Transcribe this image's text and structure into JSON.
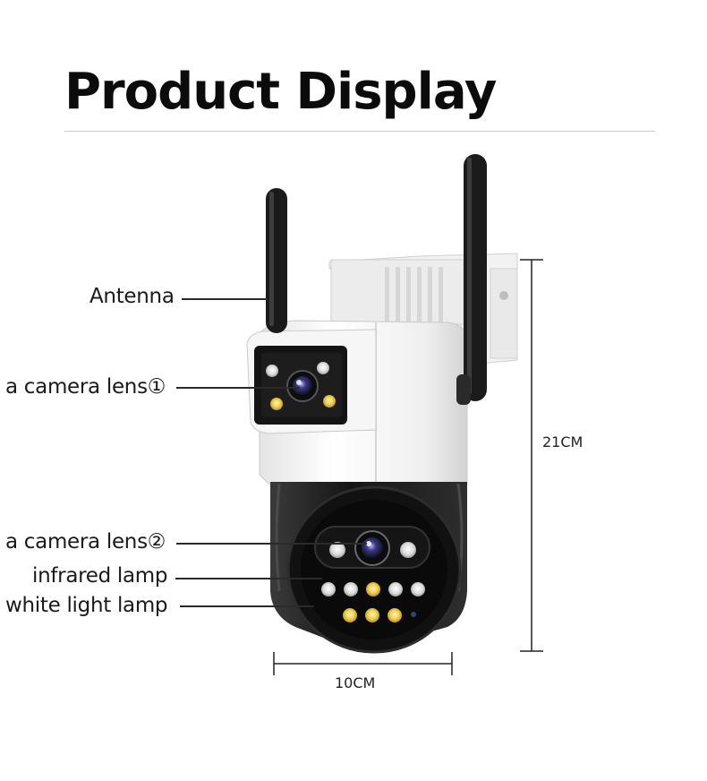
{
  "title": "Product Display",
  "labels": {
    "antenna": "Antenna",
    "lens1": "a camera lens①",
    "lens2": "a camera lens②",
    "infrared": "infrared lamp",
    "white_light": "white light lamp"
  },
  "dimensions": {
    "height": "21CM",
    "width": "10CM"
  }
}
